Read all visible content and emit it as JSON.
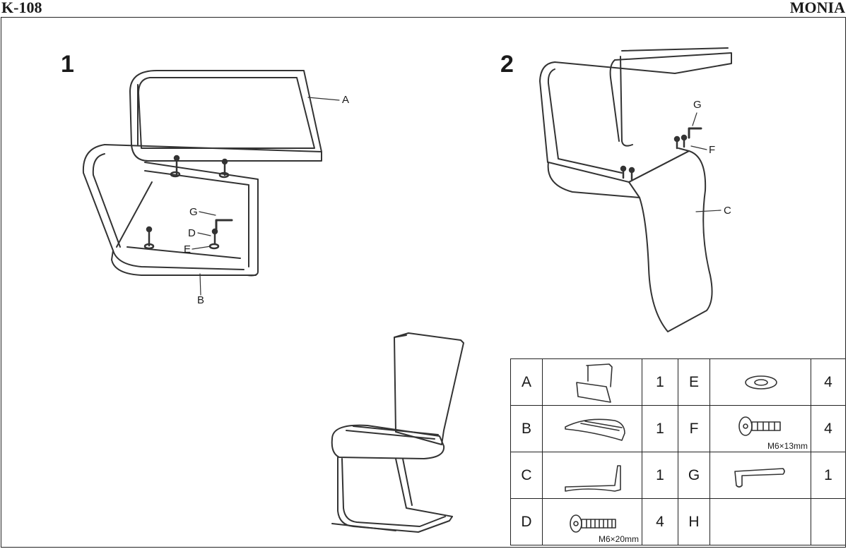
{
  "header": {
    "code": "K-108",
    "model": "MONIA"
  },
  "steps": [
    "1",
    "2"
  ],
  "callouts": {
    "step1": {
      "A": "A",
      "B": "B",
      "D": "D",
      "E": "E",
      "G": "G"
    },
    "step2": {
      "C": "C",
      "F": "F",
      "G": "G"
    }
  },
  "parts": [
    {
      "letter": "A",
      "qty": "1",
      "icon": "backrest-frame-icon",
      "spec": ""
    },
    {
      "letter": "B",
      "qty": "1",
      "icon": "seat-cushion-icon",
      "spec": ""
    },
    {
      "letter": "C",
      "qty": "1",
      "icon": "back-panel-icon",
      "spec": ""
    },
    {
      "letter": "D",
      "qty": "4",
      "icon": "bolt-long-icon",
      "spec": "M6×20mm"
    },
    {
      "letter": "E",
      "qty": "4",
      "icon": "washer-icon",
      "spec": ""
    },
    {
      "letter": "F",
      "qty": "4",
      "icon": "bolt-short-icon",
      "spec": "M6×13mm"
    },
    {
      "letter": "G",
      "qty": "1",
      "icon": "allen-key-icon",
      "spec": ""
    },
    {
      "letter": "H",
      "qty": "",
      "icon": "",
      "spec": ""
    }
  ]
}
